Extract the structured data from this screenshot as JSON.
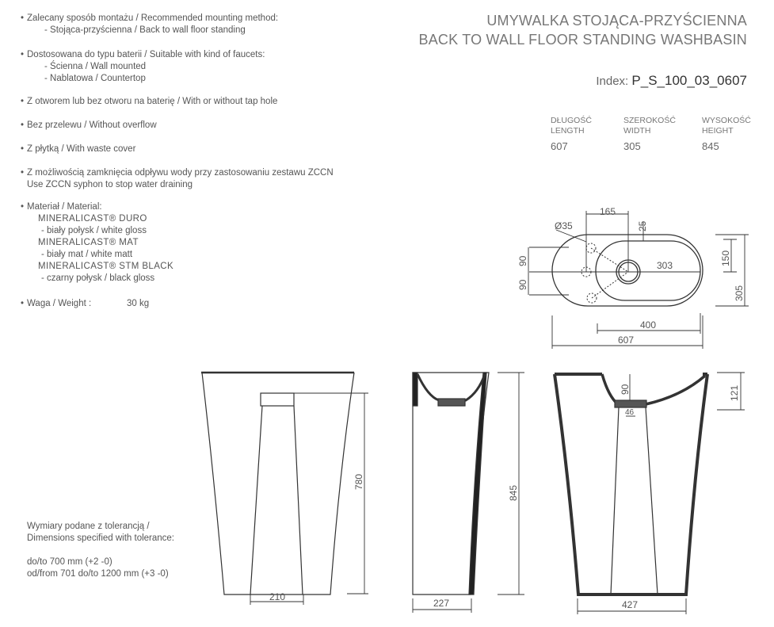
{
  "features": {
    "mounting": {
      "label": "Zalecany sposób montażu / Recommended mounting method:",
      "items": [
        "- Stojąca-przyścienna / Back to wall floor standing"
      ]
    },
    "faucets": {
      "label": "Dostosowana do typu baterii / Suitable with kind of faucets:",
      "items": [
        "- Ścienna / Wall mounted",
        "- Nablatowa / Countertop"
      ]
    },
    "tap_hole": "Z otworem lub bez otworu na baterię / With or without tap hole",
    "overflow": "Bez przelewu / Without overflow",
    "waste_cover": "Z płytką / With waste cover",
    "zccn": {
      "line1": "Z możliwością zamknięcia odpływu wody przy zastosowaniu zestawu ZCCN",
      "line2": "Use ZCCN syphon to stop water draining"
    },
    "material": {
      "label": "Materiał / Material:",
      "items": [
        "MINERALICAST® DURO",
        "- biały połysk / white gloss",
        "MINERALICAST® MAT",
        "- biały mat / white matt",
        "MINERALICAST® STM BLACK",
        "- czarny połysk / black gloss"
      ]
    },
    "weight": {
      "label": "Waga / Weight :",
      "value": "30 kg"
    }
  },
  "title": {
    "line1": "UMYWALKA STOJĄCA-PRZYŚCIENNA",
    "line2": "BACK TO WALL FLOOR STANDING WASHBASIN"
  },
  "index": {
    "label": "Index:",
    "value": "P_S_100_03_0607"
  },
  "dimensions": [
    {
      "pl": "DŁUGOŚĆ",
      "en": "LENGTH",
      "value": "607"
    },
    {
      "pl": "SZEROKOŚĆ",
      "en": "WIDTH",
      "value": "305"
    },
    {
      "pl": "WYSOKOŚĆ",
      "en": "HEIGHT",
      "value": "845"
    }
  ],
  "tolerance": {
    "line1": "Wymiary podane z tolerancją /",
    "line2": "Dimensions specified with tolerance:",
    "line3": "do/to 700 mm (+2 -0)",
    "line4": "od/from 701 do/to 1200 mm (+3 -0)"
  },
  "drawing": {
    "plan": {
      "d165": "165",
      "d35": "Ø35",
      "d25": "25",
      "d90a": "90",
      "d90b": "90",
      "d303": "303",
      "d150": "150",
      "d305": "305",
      "d400": "400",
      "d607": "607"
    },
    "front": {
      "d780": "780",
      "d210": "210"
    },
    "side": {
      "d845": "845",
      "d227": "227"
    },
    "section": {
      "d90": "90",
      "d46": "46",
      "d121": "121",
      "d427": "427"
    }
  }
}
